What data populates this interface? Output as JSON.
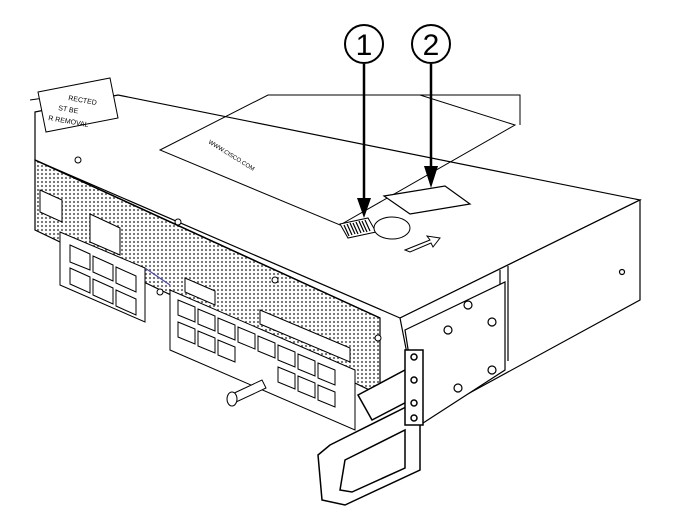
{
  "callouts": [
    {
      "number": "1",
      "target": "serial-number-barcode-label"
    },
    {
      "number": "2",
      "target": "blank-label-area"
    }
  ],
  "chassis_labels": {
    "warning_line_1": "RECTED",
    "warning_line_2": "ST BE",
    "warning_line_3": "R REMOVAL",
    "top_cover_text": "WWW.CISCO.COM"
  },
  "colors": {
    "line": "#000000",
    "mesh": "#d9d9d9",
    "background": "#ffffff",
    "accent_trace": "#4b4bb0"
  }
}
